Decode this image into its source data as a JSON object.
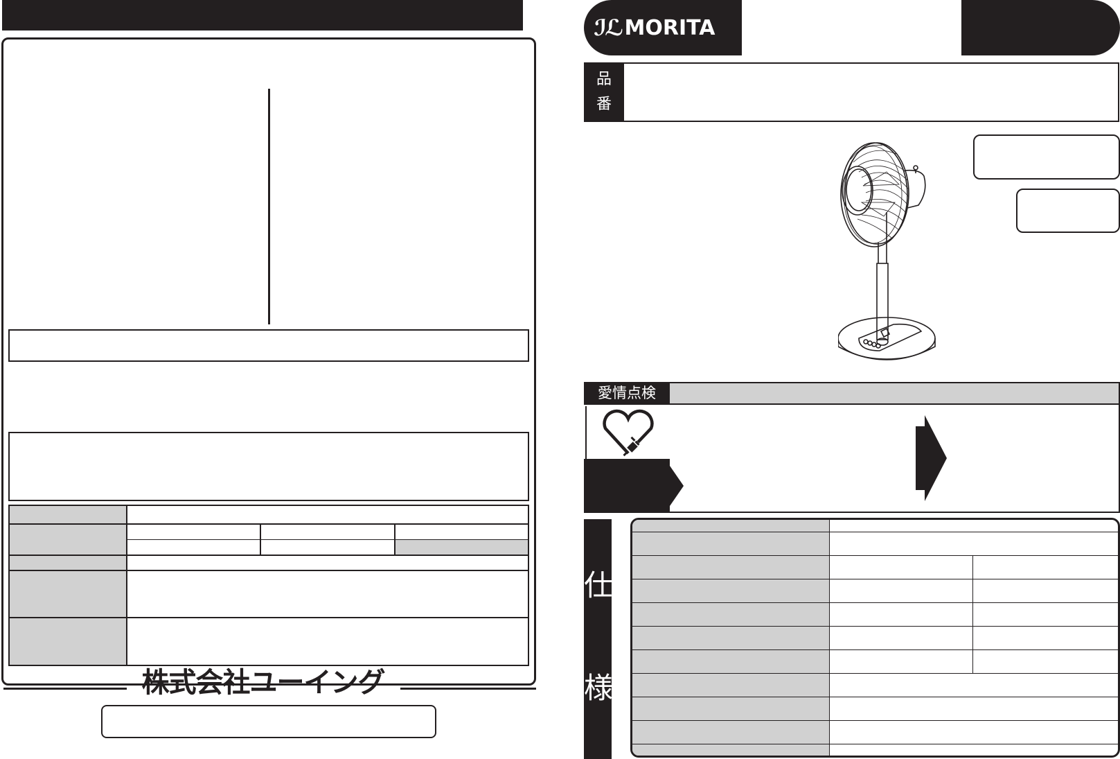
{
  "left_page": {
    "company_name": "株式会社ユーイング",
    "info_table": {
      "rows": [
        {
          "header": "",
          "cells": [
            ""
          ]
        },
        {
          "header": "",
          "cells": [
            "",
            "",
            ""
          ]
        },
        {
          "header": "",
          "cells": [
            "",
            "",
            ""
          ]
        },
        {
          "header": "",
          "cells": [
            ""
          ]
        },
        {
          "header": "",
          "cells": [
            ""
          ]
        },
        {
          "header": "",
          "cells": [
            ""
          ]
        }
      ]
    }
  },
  "right_page": {
    "brand": {
      "logo_mark": "ℐℒ",
      "logo_text": "MORITA"
    },
    "hinban_label": [
      "品",
      "番"
    ],
    "care_check": {
      "label": "愛情点検",
      "icon": "heart-plug-icon"
    },
    "specs": {
      "side_label": [
        "仕",
        "様"
      ],
      "rows": 11
    }
  },
  "colors": {
    "ink": "#231f20",
    "shade": "#d1d1d1",
    "paper": "#ffffff"
  }
}
